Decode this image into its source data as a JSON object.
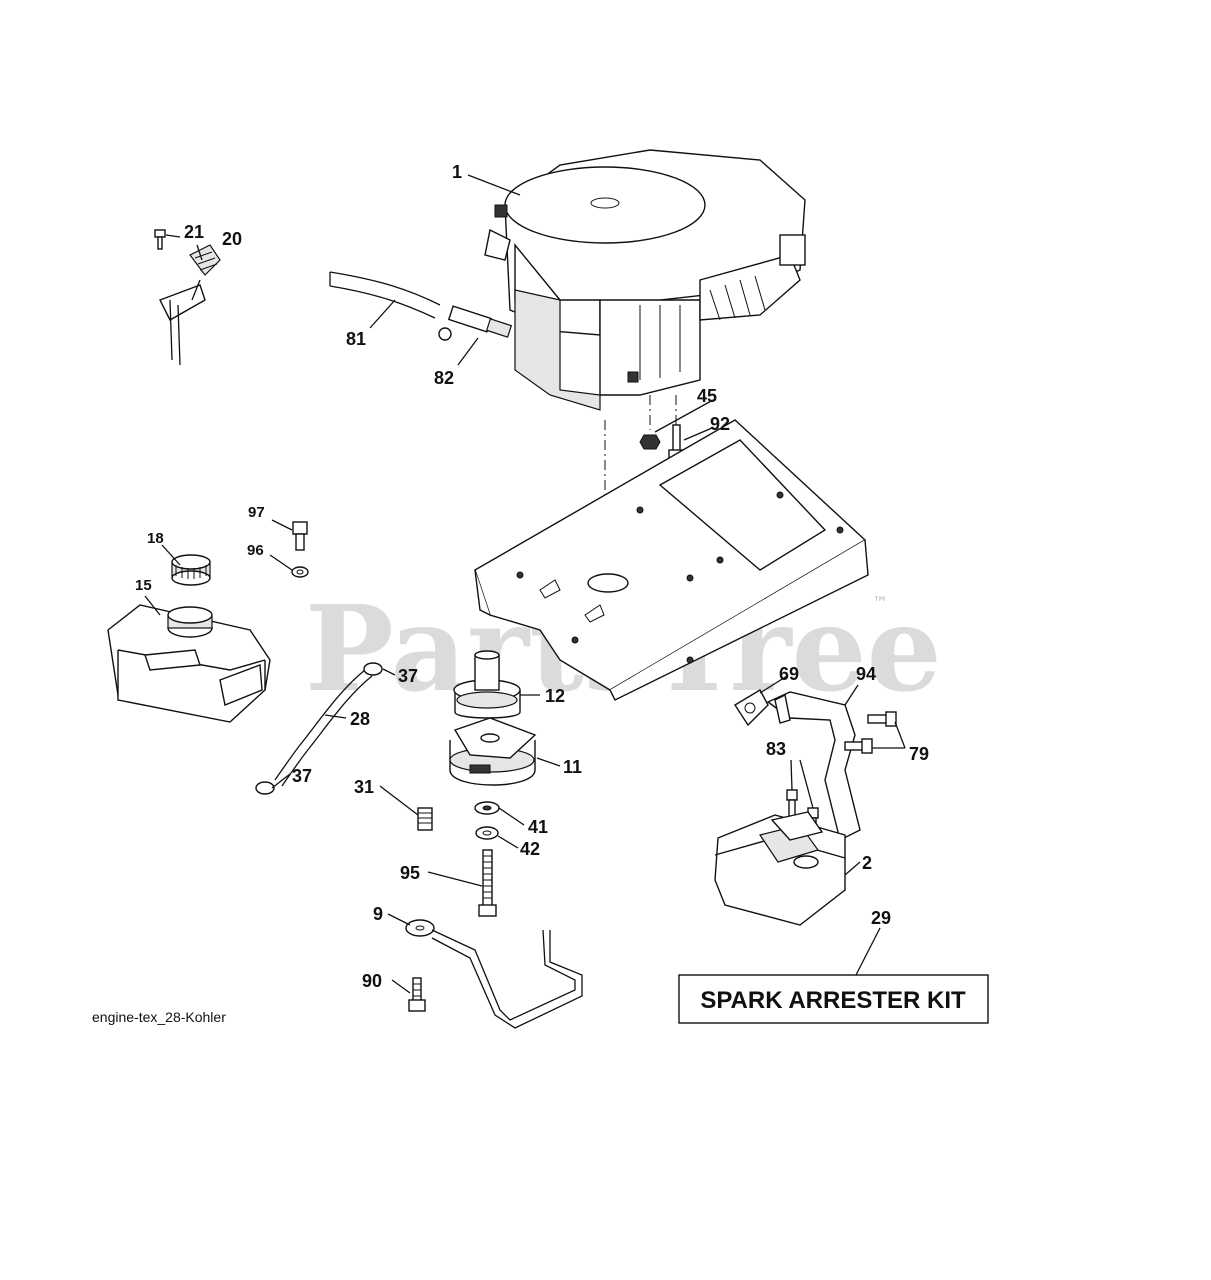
{
  "diagram": {
    "watermark": "PartsTree",
    "trademark": "™",
    "drawing_code": "engine-tex_28-Kohler",
    "kit_box_label": "SPARK ARRESTER KIT",
    "callouts": {
      "c1": "1",
      "c21": "21",
      "c20": "20",
      "c81": "81",
      "c82": "82",
      "c45": "45",
      "c92": "92",
      "c97": "97",
      "c96": "96",
      "c18": "18",
      "c15": "15",
      "c37a": "37",
      "c28": "28",
      "c37b": "37",
      "c12": "12",
      "c11": "11",
      "c31": "31",
      "c41": "41",
      "c42": "42",
      "c95": "95",
      "c9": "9",
      "c90": "90",
      "c69": "69",
      "c94": "94",
      "c79": "79",
      "c83": "83",
      "c2": "2",
      "c29": "29"
    }
  }
}
